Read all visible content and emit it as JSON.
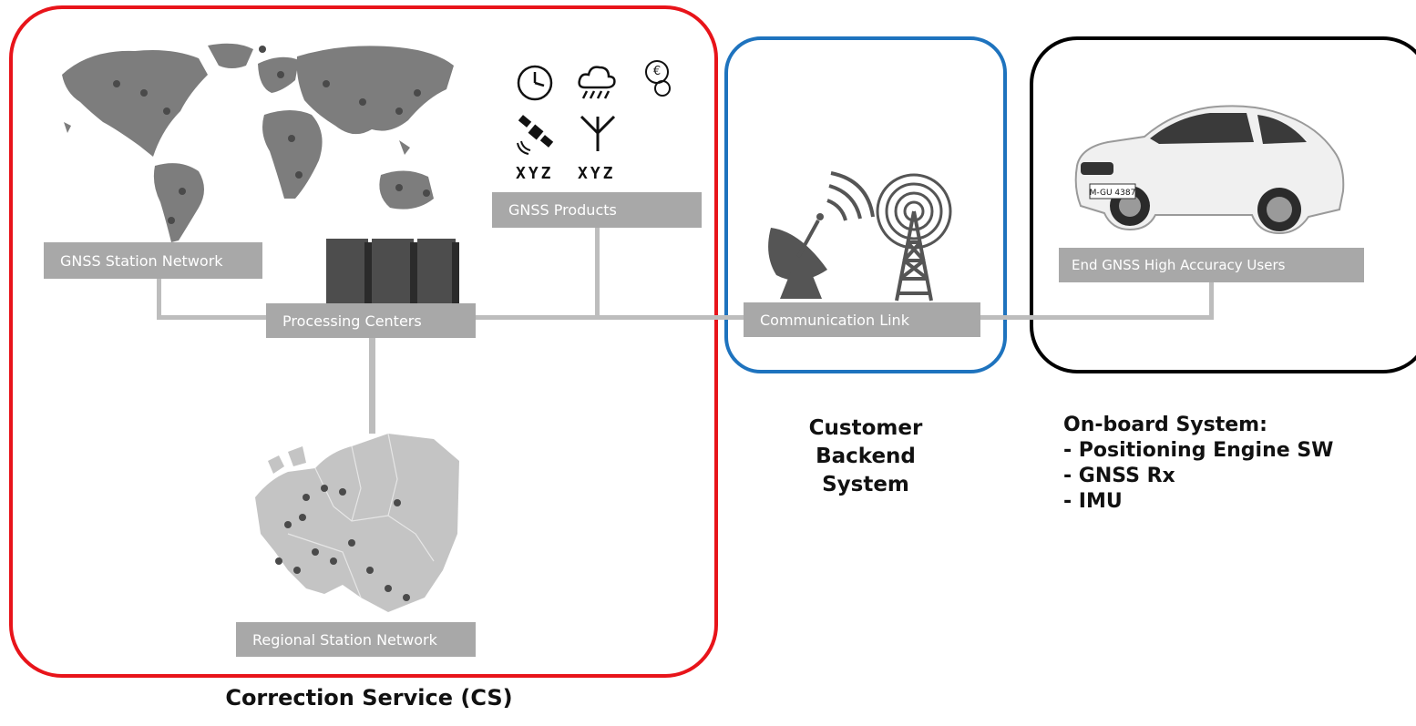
{
  "labels": {
    "gnss_station_network": "GNSS Station Network",
    "gnss_products": "GNSS Products",
    "processing_centers": "Processing Centers",
    "regional_station_network": "Regional Station Network",
    "communication_link": "Communication Link",
    "end_users": "End GNSS High Accuracy Users"
  },
  "product_icons": {
    "xyz_1": "XYZ",
    "xyz_2": "XYZ",
    "euro": "€",
    "items": [
      "clock-icon",
      "rain-cloud-icon",
      "euro-coins-icon",
      "satellite-icon",
      "antenna-icon"
    ]
  },
  "car_plate": "M-GU 4387",
  "captions": {
    "correction_service": "Correction Service (CS)",
    "customer_backend": [
      "Customer",
      "Backend",
      "System"
    ],
    "onboard_title": "On-board System:",
    "onboard_items": [
      "- Positioning Engine SW",
      "- GNSS Rx",
      "- IMU"
    ]
  },
  "colors": {
    "cs_border": "#e8141a",
    "backend_border": "#1e73be",
    "onboard_border": "#000000",
    "label_box": "#a8a8a8",
    "connector": "#bdbdbd"
  }
}
